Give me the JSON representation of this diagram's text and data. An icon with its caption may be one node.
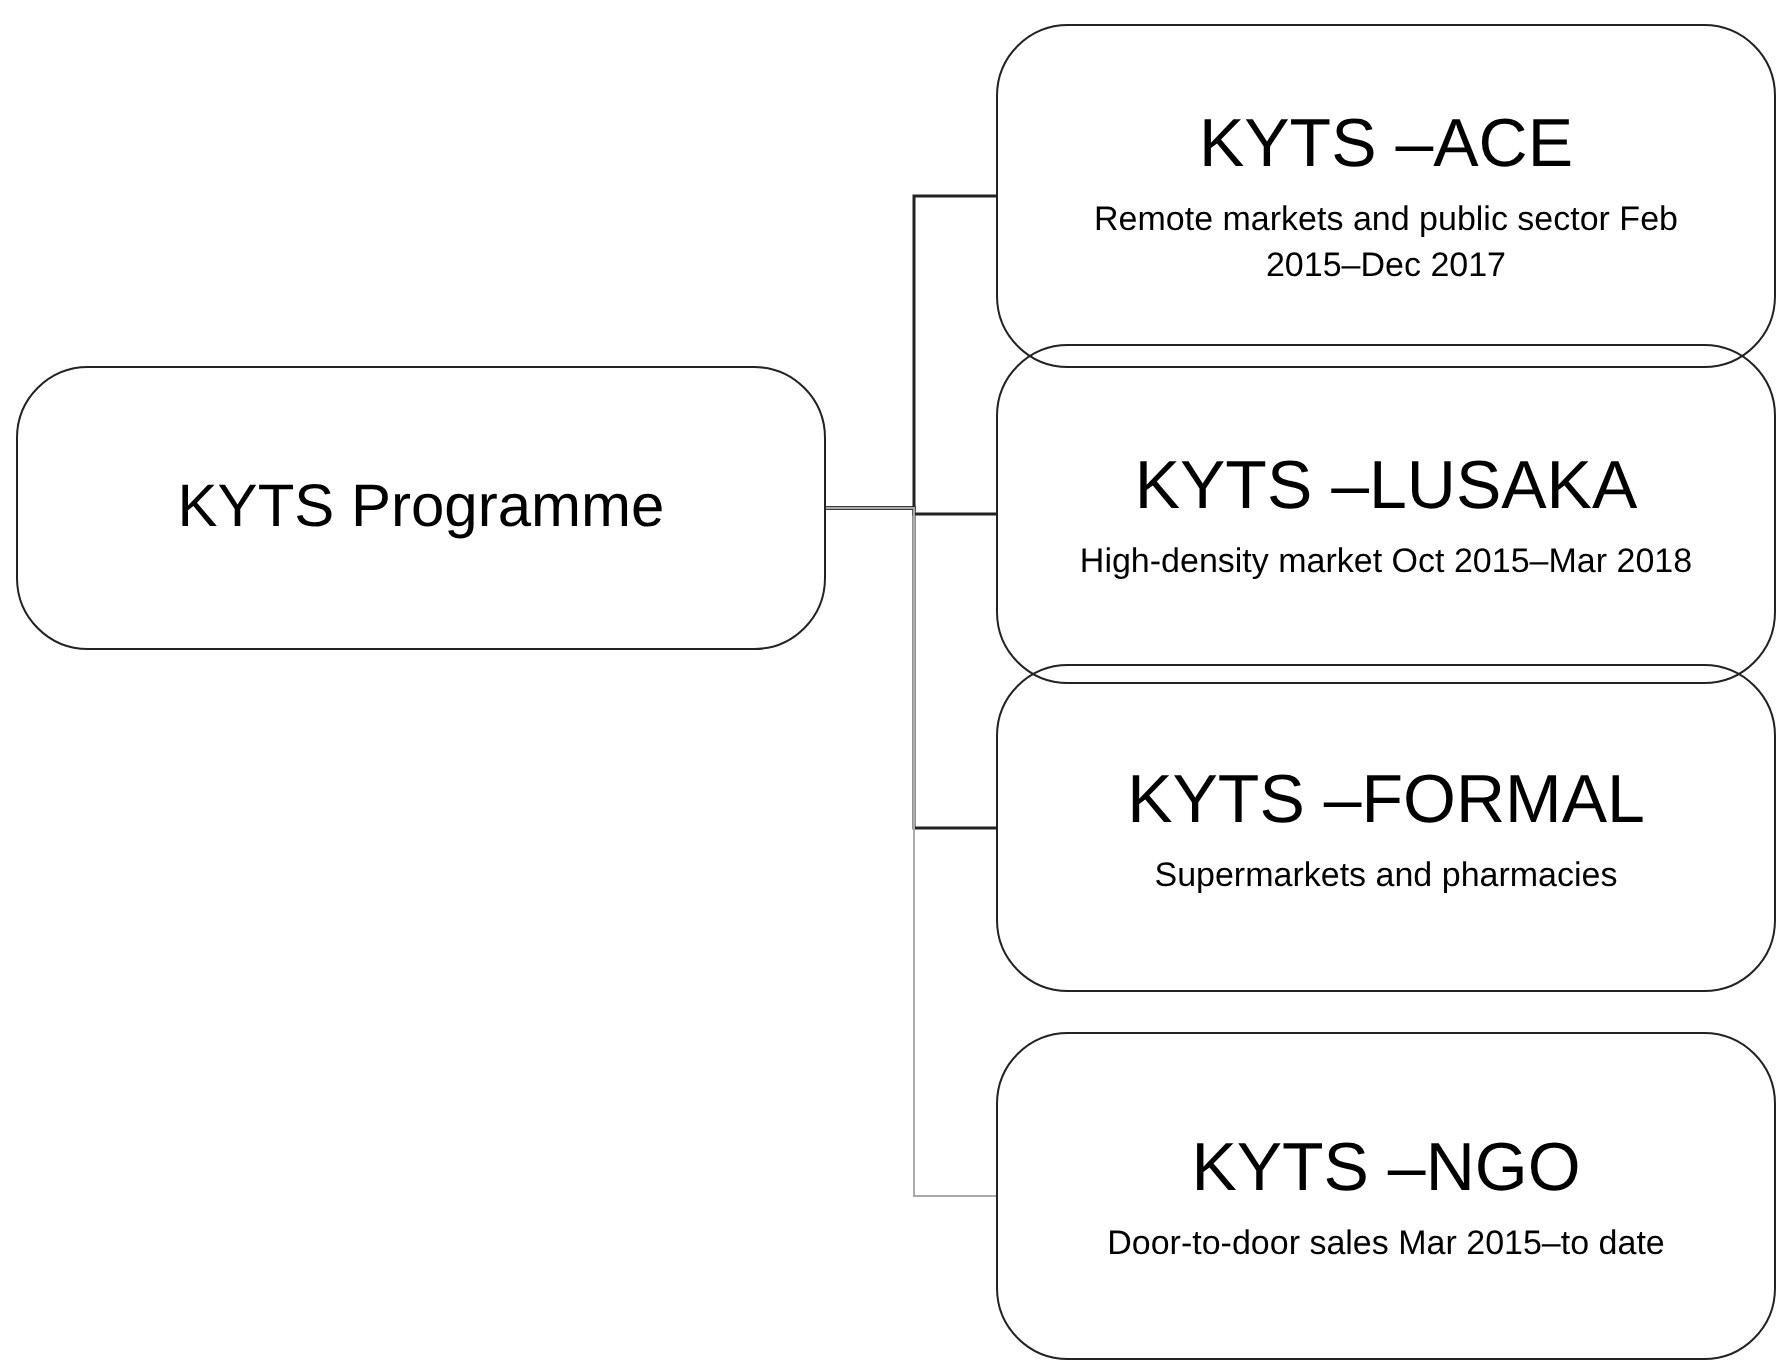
{
  "diagram": {
    "nodes": [
      {
        "text": [
          "KYTS Programme"
        ]
      },
      {
        "text": [
          "KYTS –ACE",
          "Remote markets and public sector Feb 2015–Dec 2017"
        ]
      },
      {
        "text": [
          "KYTS –LUSAKA",
          "High-density market Oct 2015–Mar 2018"
        ]
      },
      {
        "text": [
          "KYTS –FORMAL",
          "Supermarkets and pharmacies"
        ]
      },
      {
        "text": [
          "KYTS –NGO",
          "Door-to-door sales Mar 2015–to date"
        ]
      }
    ],
    "edges": [
      {
        "from": 0,
        "to": 1,
        "arrow": "none"
      },
      {
        "from": 0,
        "to": 2,
        "arrow": "none"
      },
      {
        "from": 0,
        "to": 3,
        "arrow": "none"
      },
      {
        "from": 0,
        "to": 4,
        "arrow": "none",
        "color": "#aaaaaa"
      }
    ]
  }
}
